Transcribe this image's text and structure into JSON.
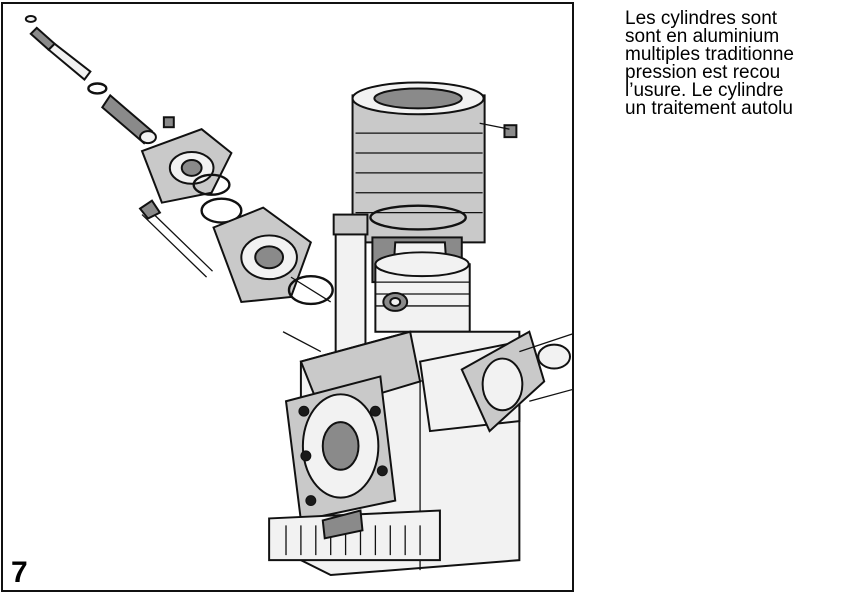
{
  "figure": {
    "number": "7"
  },
  "text": {
    "lines": [
      "Les cylindres sont",
      "sont en aluminium",
      "multiples traditionne",
      "pression est recou",
      "l’usure. Le cylindre",
      "un traitement autolu"
    ]
  }
}
